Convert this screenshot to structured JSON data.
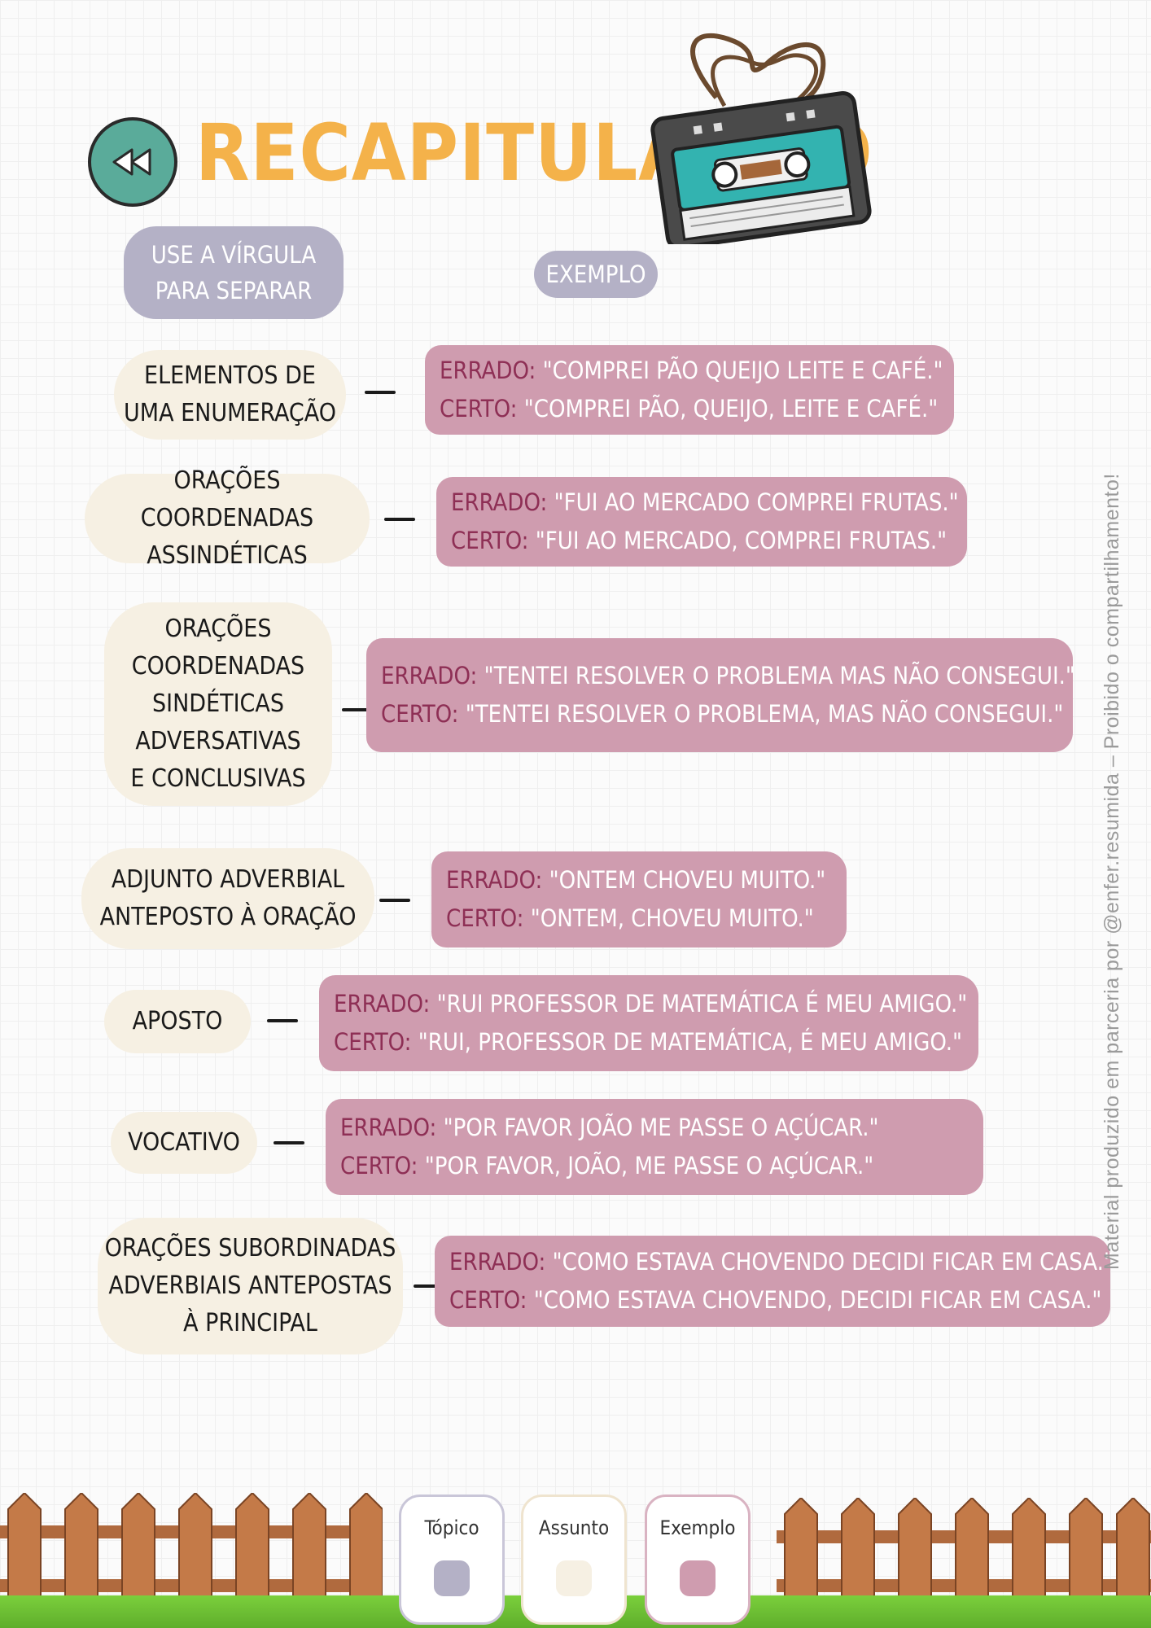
{
  "header": {
    "title": "RECAPITULANDO"
  },
  "columns": {
    "topic_header": "USE A VÍRGULA PARA SEPARAR",
    "example_header": "EXEMPLO"
  },
  "items": [
    {
      "topic_lines": [
        "ELEMENTOS DE",
        "UMA ENUMERAÇÃO"
      ],
      "wrong_label": "ERRADO:",
      "wrong": "\"COMPREI PÃO QUEIJO LEITE E CAFÉ.\"",
      "right_label": "CERTO:",
      "right": "\"COMPREI PÃO, QUEIJO, LEITE E CAFÉ.\""
    },
    {
      "topic_lines": [
        "ORAÇÕES COORDENADAS",
        "ASSINDÉTICAS"
      ],
      "wrong_label": "ERRADO:",
      "wrong": "\"FUI AO MERCADO COMPREI FRUTAS.\"",
      "right_label": "CERTO:",
      "right": "\"FUI AO MERCADO, COMPREI FRUTAS.\""
    },
    {
      "topic_lines": [
        "ORAÇÕES",
        "COORDENADAS",
        "SINDÉTICAS",
        "ADVERSATIVAS",
        "E CONCLUSIVAS"
      ],
      "wrong_label": "ERRADO:",
      "wrong": "\"TENTEI RESOLVER O PROBLEMA MAS NÃO CONSEGUI.\"",
      "right_label": "CERTO:",
      "right": "\"TENTEI RESOLVER O PROBLEMA, MAS NÃO CONSEGUI.\""
    },
    {
      "topic_lines": [
        "ADJUNTO ADVERBIAL",
        "ANTEPOSTO À ORAÇÃO"
      ],
      "wrong_label": "ERRADO:",
      "wrong": "\"ONTEM CHOVEU MUITO.\"",
      "right_label": "CERTO:",
      "right": "\"ONTEM, CHOVEU MUITO.\""
    },
    {
      "topic_lines": [
        "APOSTO"
      ],
      "wrong_label": "ERRADO:",
      "wrong": "\"RUI PROFESSOR DE MATEMÁTICA É MEU AMIGO.\"",
      "right_label": "CERTO:",
      "right": "\"RUI, PROFESSOR DE MATEMÁTICA, É MEU AMIGO.\""
    },
    {
      "topic_lines": [
        "VOCATIVO"
      ],
      "wrong_label": "ERRADO:",
      "wrong": "\"POR FAVOR JOÃO ME PASSE O AÇÚCAR.\"",
      "right_label": "CERTO:",
      "right": "\"POR FAVOR, JOÃO, ME PASSE O AÇÚCAR.\""
    },
    {
      "topic_lines": [
        "ORAÇÕES SUBORDINADAS",
        "ADVERBIAIS ANTEPOSTAS",
        "À PRINCIPAL"
      ],
      "wrong_label": "ERRADO:",
      "wrong": "\"COMO ESTAVA CHOVENDO DECIDI FICAR EM CASA.\"",
      "right_label": "CERTO:",
      "right": "\"COMO ESTAVA CHOVENDO, DECIDI FICAR EM CASA.\""
    }
  ],
  "watermark": "Material produzido em parceria por @enfer.resumida – Proibido o compartilhamento!",
  "legend": [
    {
      "label": "Tópico",
      "color": "#b4b1c6",
      "border": "#c9c6d8"
    },
    {
      "label": "Assunto",
      "color": "#f6f0e3",
      "border": "#efe4cf"
    },
    {
      "label": "Exemplo",
      "color": "#cf9caf",
      "border": "#d9b3c2"
    }
  ],
  "icons": {
    "rewind": "rewind-icon",
    "cassette": "cassette-tape-icon",
    "fence": "wooden-fence-icon"
  },
  "colors": {
    "title": "#f4b24a",
    "topic_header": "#b4b1c6",
    "topic": "#f6f0e3",
    "example": "#cf9caf",
    "label": "#8e2f55"
  }
}
